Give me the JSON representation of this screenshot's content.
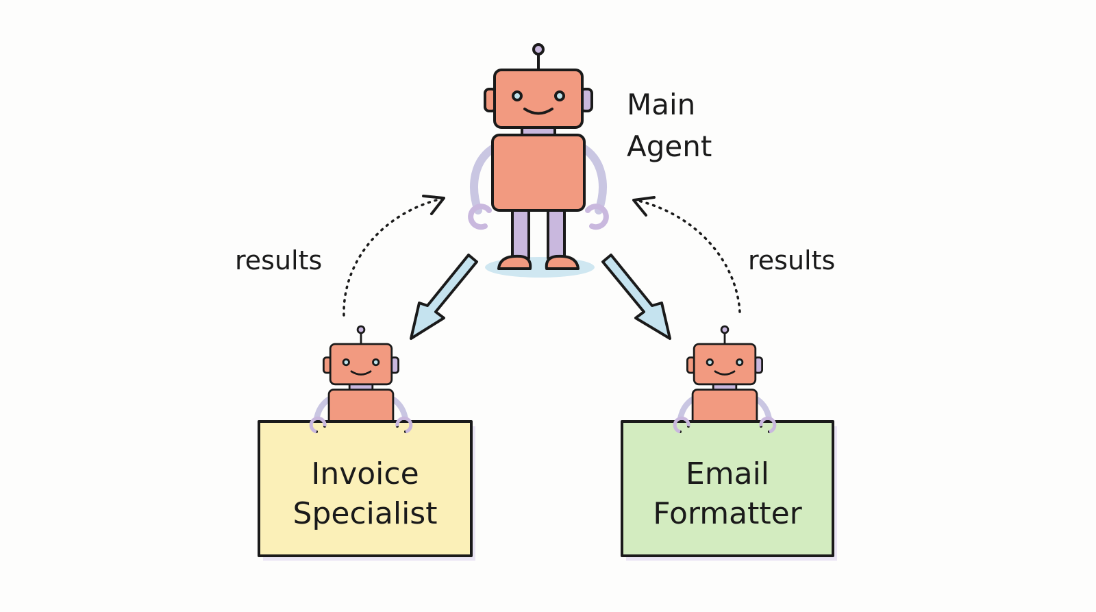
{
  "main_agent": {
    "label_line1": "Main",
    "label_line2": "Agent"
  },
  "left_return": {
    "label": "results"
  },
  "right_return": {
    "label": "results"
  },
  "sub_agents": [
    {
      "line1": "Invoice",
      "line2": "Specialist",
      "sign_color": "#fbf0b8"
    },
    {
      "line1": "Email",
      "line2": "Formatter",
      "sign_color": "#d3ecc0"
    }
  ],
  "colors": {
    "robot_body": "#f29a80",
    "robot_limbs": "#c9b8de",
    "delegate_arrow": "#c5e3ef",
    "eyes": "#bfe2ea"
  }
}
